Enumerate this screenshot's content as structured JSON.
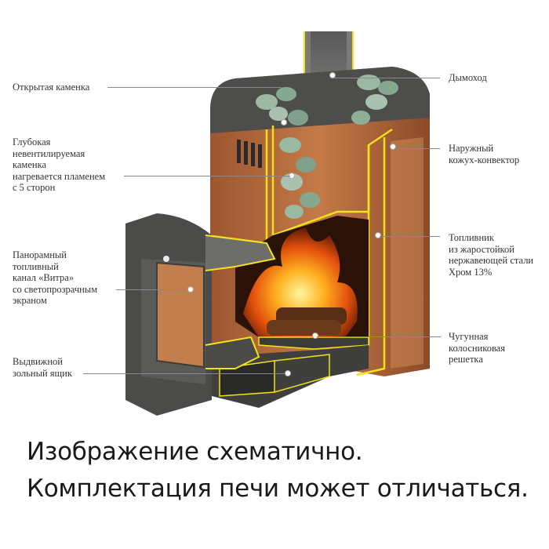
{
  "labels": {
    "open_heater": "Открытая каменка",
    "deep_heater": "Глубокая\nневентилируемая\nкаменка\nнагревается пламенем\nс 5 сторон",
    "panoramic_channel": "Панорамный\nтопливный\nканал «Витра»\nсо светопрозрачным\nэкраном",
    "ash_drawer": "Выдвижной\nзольный ящик",
    "chimney": "Дымоход",
    "outer_casing": "Наружный\nкожух-конвектор",
    "firebox": "Топливник\nиз жаростойкой\nнержавеющей стали\nХром 13%",
    "grate": "Чугунная\nколосниковая\nрешетка"
  },
  "caption": {
    "line1": "Изображение схематично.",
    "line2": "Комплектация печи может отличаться."
  },
  "colors": {
    "casing": "#b86a3c",
    "casing_dark": "#8c4a26",
    "metal": "#4a4a48",
    "outline": "#f2e21a",
    "fire": "#ff8c1a",
    "stone": "#8fae98"
  }
}
